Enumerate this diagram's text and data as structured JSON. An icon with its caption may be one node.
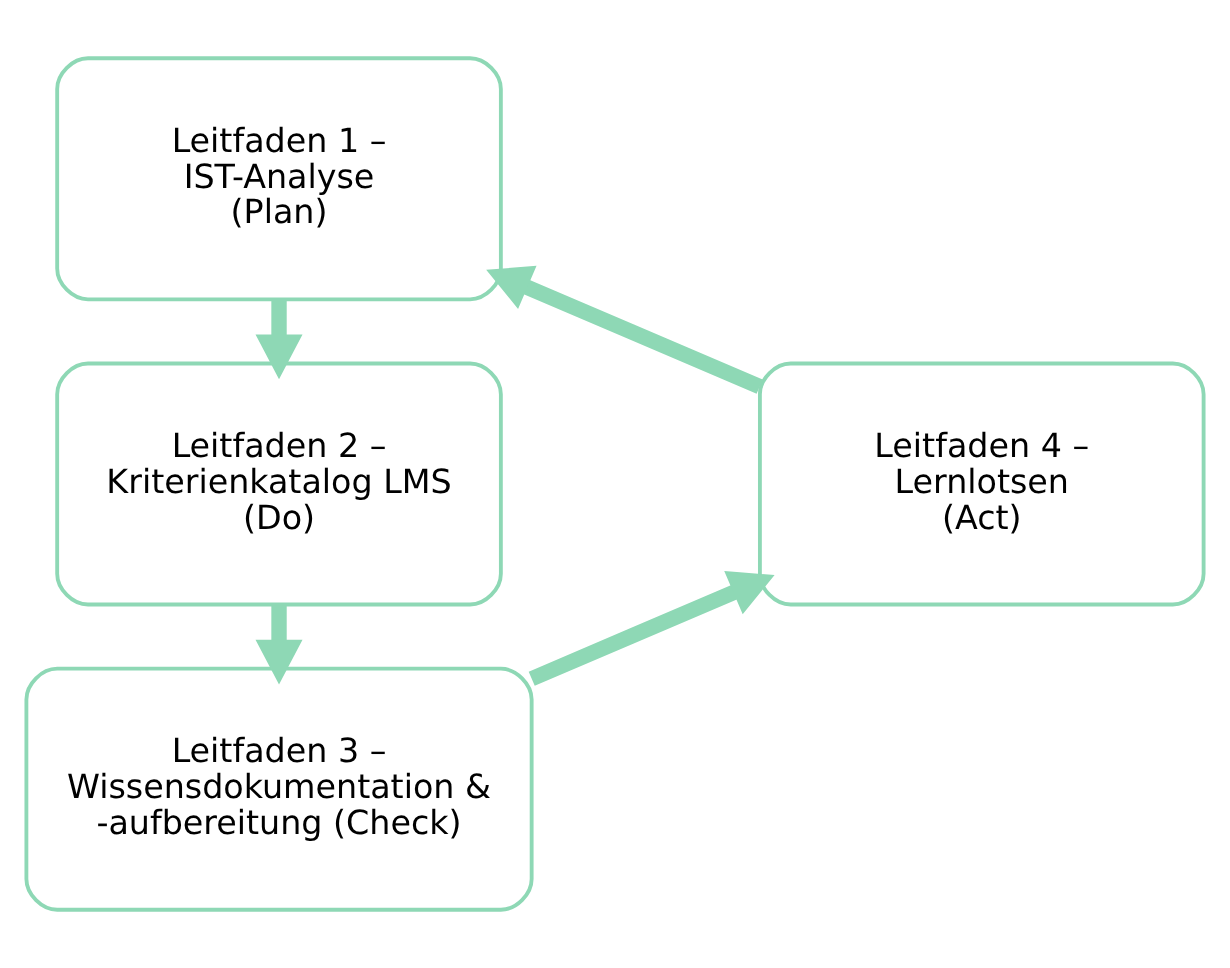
{
  "diagram": {
    "nodes": [
      {
        "text": [
          "Leitfaden 1 – IST-Analyse (Plan)"
        ]
      },
      {
        "text": [
          "Leitfaden 2 – Kriterienkatalog LMS (Do)"
        ]
      },
      {
        "text": [
          "Leitfaden 3 – Wissensdokumentation & -aufbereitung (Check)"
        ]
      },
      {
        "text": [
          "Leitfaden 4 – Lernlotsen",
          "(Act)"
        ]
      }
    ],
    "edges": [
      {
        "from": 0,
        "to": 1,
        "arrow": "to"
      },
      {
        "from": 1,
        "to": 2,
        "arrow": "to"
      },
      {
        "from": 2,
        "to": 3,
        "arrow": "to"
      },
      {
        "from": 3,
        "to": 0,
        "arrow": "to"
      }
    ]
  }
}
